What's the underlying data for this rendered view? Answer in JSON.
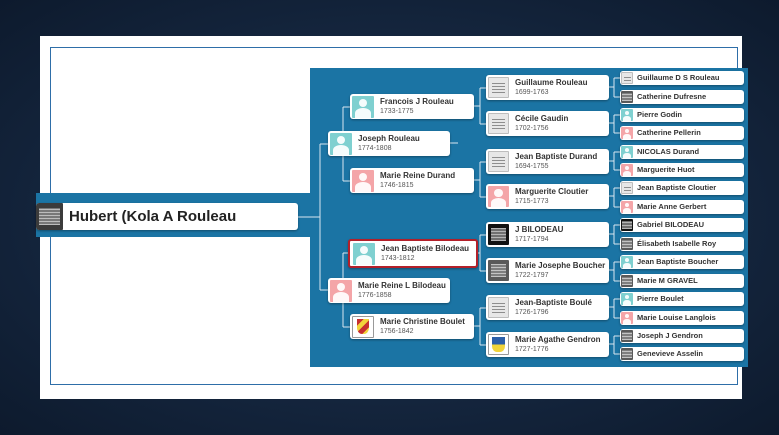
{
  "root": {
    "name": "Hubert (Kola A Rouleau"
  },
  "gen2": [
    {
      "name": "Joseph Rouleau",
      "dates": "1774-1808"
    },
    {
      "name": "Marie Reine L Bilodeau",
      "dates": "1776-1858"
    }
  ],
  "gen3": [
    {
      "name": "Francois J Rouleau",
      "dates": "1733-1775"
    },
    {
      "name": "Marie Reine Durand",
      "dates": "1746-1815"
    },
    {
      "name": "Jean Baptiste Bilodeau",
      "dates": "1743-1812"
    },
    {
      "name": "Marie Christine Boulet",
      "dates": "1756-1842"
    }
  ],
  "gen4": [
    {
      "name": "Guillaume Rouleau",
      "dates": "1699-1763"
    },
    {
      "name": "Cécile Gaudin",
      "dates": "1702-1756"
    },
    {
      "name": "Jean Baptiste Durand",
      "dates": "1694-1755"
    },
    {
      "name": "Marguerite Cloutier",
      "dates": "1715-1773"
    },
    {
      "name": "J BILODEAU",
      "dates": "1717-1794"
    },
    {
      "name": "Marie Josephe Boucher",
      "dates": "1722-1797"
    },
    {
      "name": "Jean-Baptiste Boulé",
      "dates": "1726-1796"
    },
    {
      "name": "Marie Agathe Gendron",
      "dates": "1727-1776"
    }
  ],
  "gen5": [
    {
      "name": "Guillaume D S Rouleau"
    },
    {
      "name": "Catherine Dufresne"
    },
    {
      "name": "Pierre Godin"
    },
    {
      "name": "Catherine Pellerin"
    },
    {
      "name": "NICOLAS Durand"
    },
    {
      "name": "Marguerite Huot"
    },
    {
      "name": "Jean Baptiste Cloutier"
    },
    {
      "name": "Marie Anne Gerbert"
    },
    {
      "name": "Gabriel BILODEAU"
    },
    {
      "name": "Élisabeth Isabelle Roy"
    },
    {
      "name": "Jean Baptiste Boucher"
    },
    {
      "name": "Marie M GRAVEL"
    },
    {
      "name": "Pierre Boulet"
    },
    {
      "name": "Marie Louise Langlois"
    },
    {
      "name": "Joseph J Gendron"
    },
    {
      "name": "Genevieve Asselin"
    }
  ],
  "colors": {
    "panel": "#1b74a4",
    "male": "#7fd0d0",
    "female": "#f4a5a8",
    "selected_border": "#b3202a",
    "background": "#14253d"
  }
}
